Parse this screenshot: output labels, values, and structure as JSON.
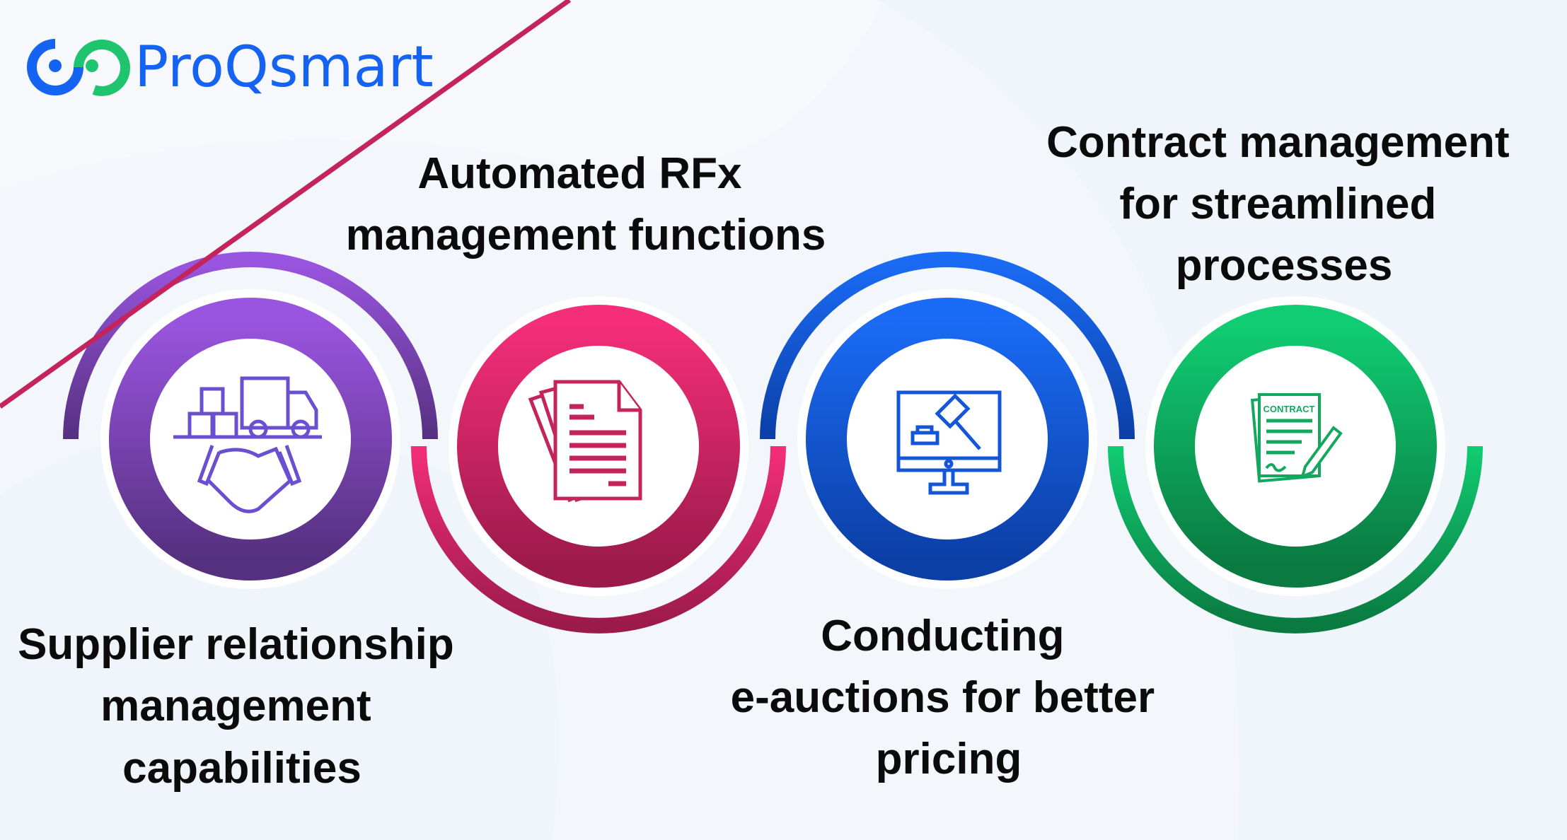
{
  "brand": {
    "name": "ProQsmart",
    "primary_color": "#1463f3",
    "secondary_color": "#1fc46e"
  },
  "steps": [
    {
      "title_lines": [
        "Supplier relationship",
        "management",
        "capabilities"
      ],
      "icon": "truck-handshake-icon",
      "color": "#7b44c4"
    },
    {
      "title_lines": [
        "Automated RFx",
        "management functions"
      ],
      "icon": "documents-icon",
      "color": "#e02a6a"
    },
    {
      "title_lines": [
        "Conducting",
        "e-auctions for better",
        "pricing"
      ],
      "icon": "auction-monitor-icon",
      "color": "#1451d6"
    },
    {
      "title_lines": [
        "Contract management",
        "for streamlined",
        "processes"
      ],
      "icon": "contract-pen-icon",
      "color": "#0fa85a"
    }
  ],
  "contract_icon_text": "CONTRACT"
}
